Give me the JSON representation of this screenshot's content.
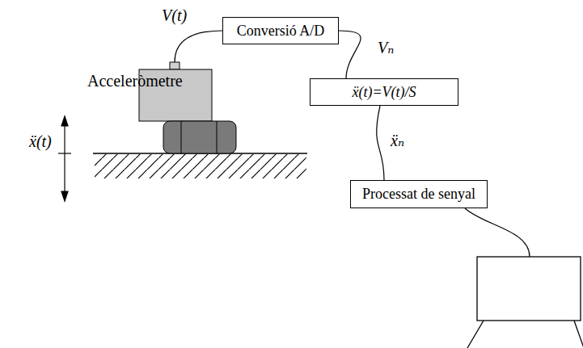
{
  "diagram": {
    "nodes": [
      {
        "text": [
          "Conversió A/D"
        ]
      },
      {
        "text": [
          "ẍ(t)=V(t)/S"
        ]
      },
      {
        "text": [
          "Processat de senyal"
        ]
      }
    ],
    "edges": [
      {
        "from": 0,
        "to": 1,
        "arrow": "none",
        "label": "Vₙ"
      },
      {
        "from": 1,
        "to": 2,
        "arrow": "none",
        "label": "ẍₙ"
      }
    ],
    "labels": [
      "V(t)",
      "Acceleròmetre",
      "ẍ(t)"
    ]
  }
}
